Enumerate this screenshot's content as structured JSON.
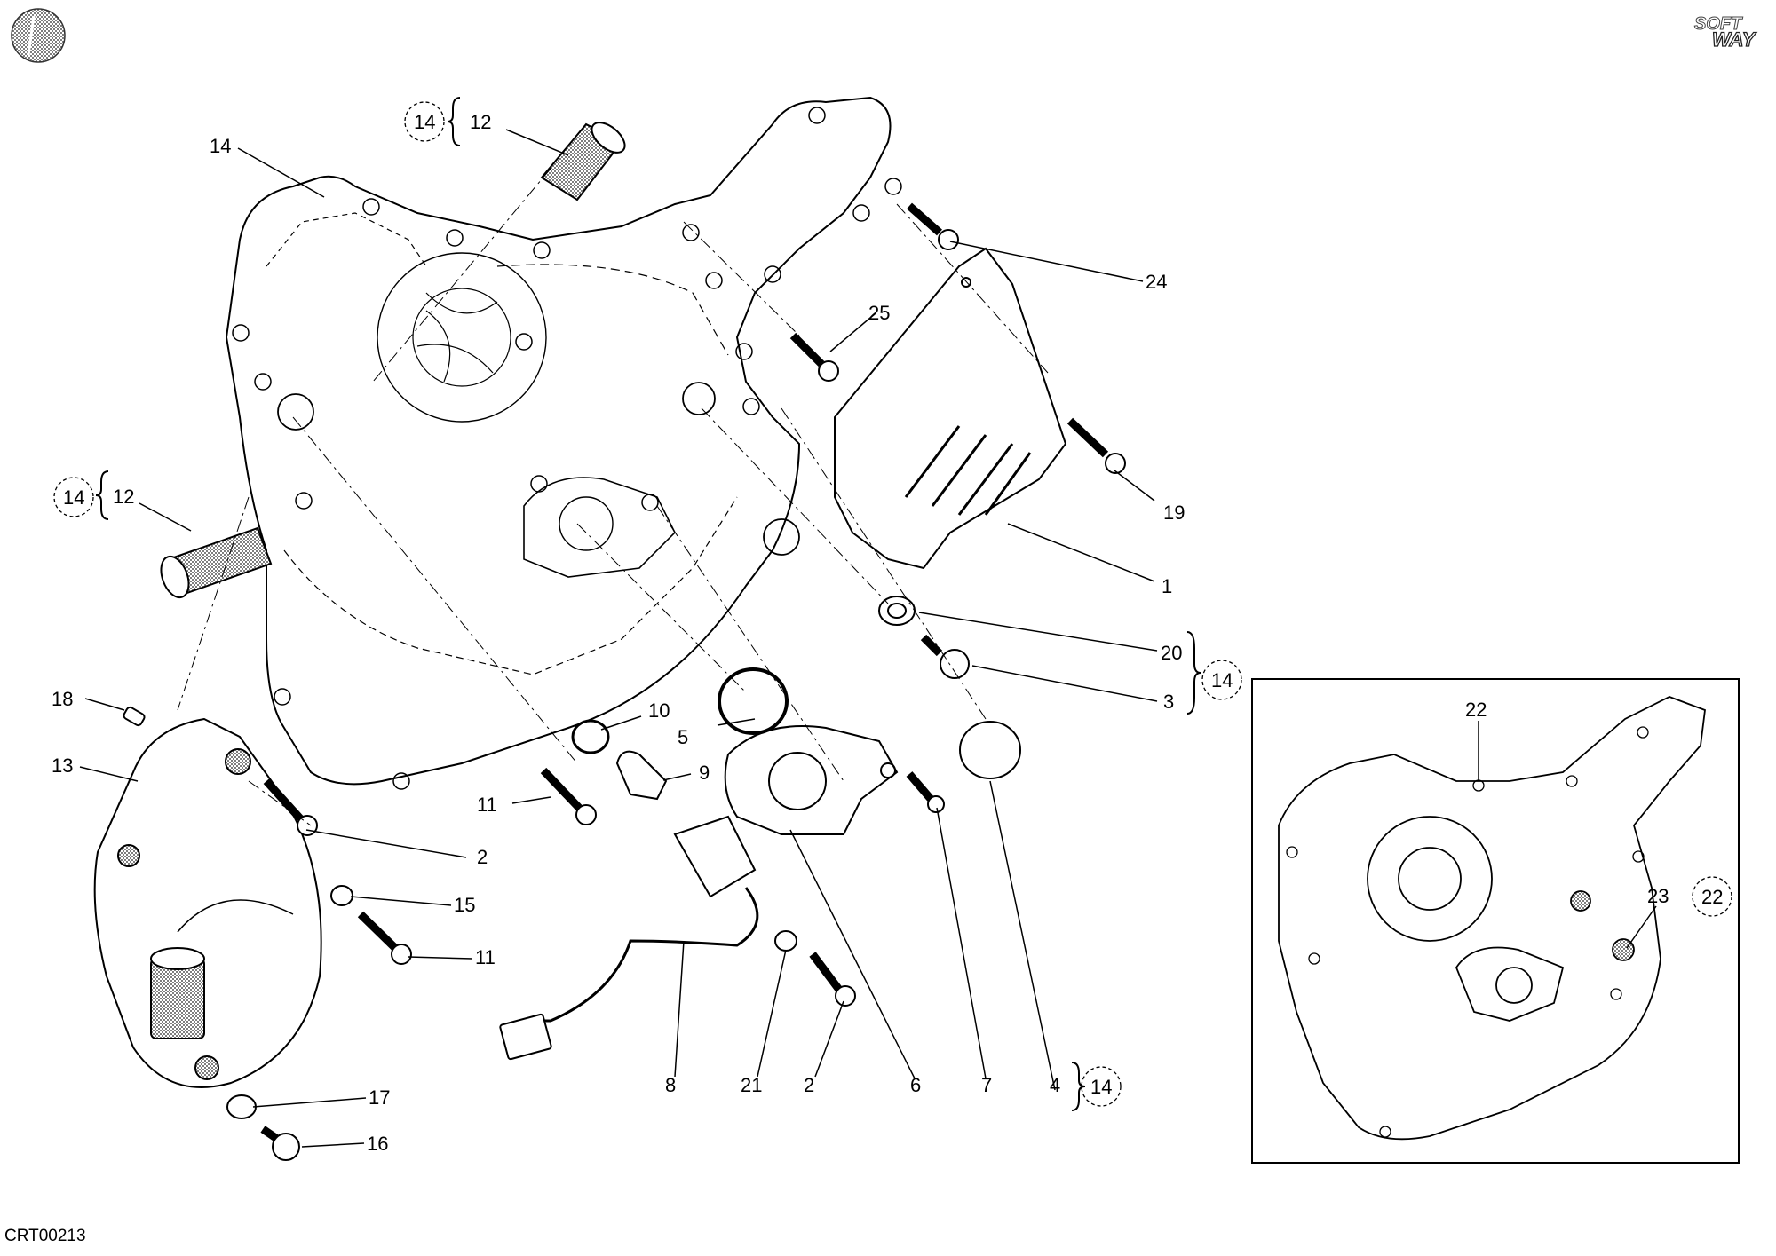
{
  "drawing_code": "CRT00213",
  "logo": {
    "line1": "SOFT",
    "line2": "WAY"
  },
  "callouts": {
    "l1": "1",
    "l2a": "2",
    "l2b": "2",
    "l3": "3",
    "l4": "4",
    "l5": "5",
    "l6": "6",
    "l7": "7",
    "l8": "8",
    "l9": "9",
    "l10": "10",
    "l11a": "11",
    "l11b": "11",
    "l12a": "12",
    "l12b": "12",
    "l13": "13",
    "l14": "14",
    "l15": "15",
    "l16": "16",
    "l17": "17",
    "l18": "18",
    "l19": "19",
    "l20": "20",
    "l21": "21",
    "l22": "22",
    "l23": "23",
    "l24": "24",
    "l25": "25"
  },
  "refs": {
    "r14a": "14",
    "r14b": "14",
    "r14c": "14",
    "r14d": "14",
    "r22": "22"
  }
}
